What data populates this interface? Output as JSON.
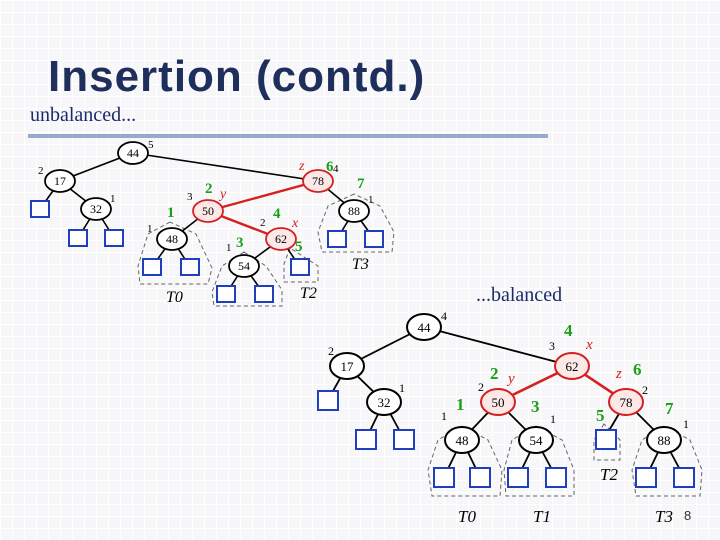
{
  "slide": {
    "title": "Insertion (contd.)",
    "subtitle_left": "unbalanced...",
    "subtitle_right": "...balanced",
    "page_number": "8"
  },
  "colors": {
    "title": "#1f2f5b",
    "red": "#d42020",
    "green": "#18a018",
    "external_node": "#1f3fbf",
    "edge": "#000000",
    "node_fill": "#ffffff",
    "red_node_fill": "#fde8e8"
  },
  "diagram": {
    "unbalanced": {
      "nodes": [
        {
          "key": "44",
          "height": "5"
        },
        {
          "key": "17",
          "height": "2"
        },
        {
          "key": "32",
          "height": "1"
        },
        {
          "key": "78",
          "height": "4",
          "pre": "z",
          "step": "6"
        },
        {
          "key": "50",
          "height": "3",
          "pre": "y",
          "step": "2"
        },
        {
          "key": "88",
          "height": "1",
          "step": "7"
        },
        {
          "key": "48",
          "height": "1",
          "step": "1"
        },
        {
          "key": "62",
          "height": "2",
          "pre": "x",
          "step": "4"
        },
        {
          "key": "54",
          "height": "1",
          "step": "3"
        }
      ],
      "subtrees": [
        "T0",
        "T2",
        "T3"
      ],
      "step5": "5"
    },
    "balanced": {
      "nodes": [
        {
          "key": "44",
          "height": "4"
        },
        {
          "key": "17",
          "height": "2"
        },
        {
          "key": "32",
          "height": "1"
        },
        {
          "key": "62",
          "height": "3",
          "pre": "x",
          "step": "4"
        },
        {
          "key": "50",
          "height": "2",
          "pre": "y",
          "step": "2"
        },
        {
          "key": "78",
          "height": "2",
          "pre": "z",
          "step": "6"
        },
        {
          "key": "48",
          "height": "1",
          "step": "1"
        },
        {
          "key": "54",
          "height": "1",
          "step": "3"
        },
        {
          "key": "88",
          "height": "1",
          "step": "7"
        }
      ],
      "subtrees": [
        "T0",
        "T1",
        "T2",
        "T3"
      ],
      "step5": "5"
    }
  }
}
